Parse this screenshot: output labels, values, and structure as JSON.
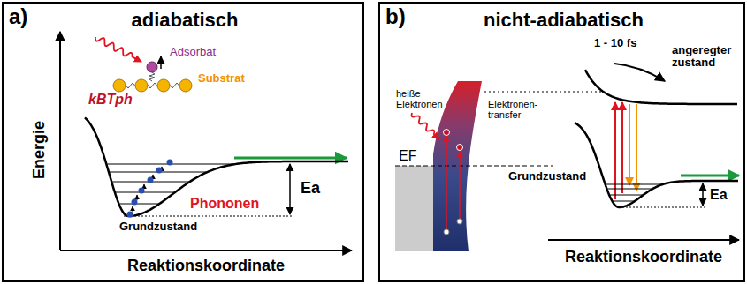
{
  "diagram": {
    "nodes": [
      {
        "text": [
          "a)",
          "adiabatisch"
        ]
      },
      {
        "text": [
          "b)",
          "nicht-adiabatisch"
        ]
      }
    ],
    "labels": [
      "Energie",
      "Adsorbat",
      "Substrat",
      "kBTph",
      "Phononen",
      "Ea",
      "Grundzustand",
      "Reaktionskoordinate",
      "heiße Elektronen",
      "EF",
      "Elektronen-transfer",
      "Grundzustand",
      "1 - 10 fs",
      "angeregter zustand",
      "Ea",
      "Reaktionskoordinate"
    ]
  }
}
